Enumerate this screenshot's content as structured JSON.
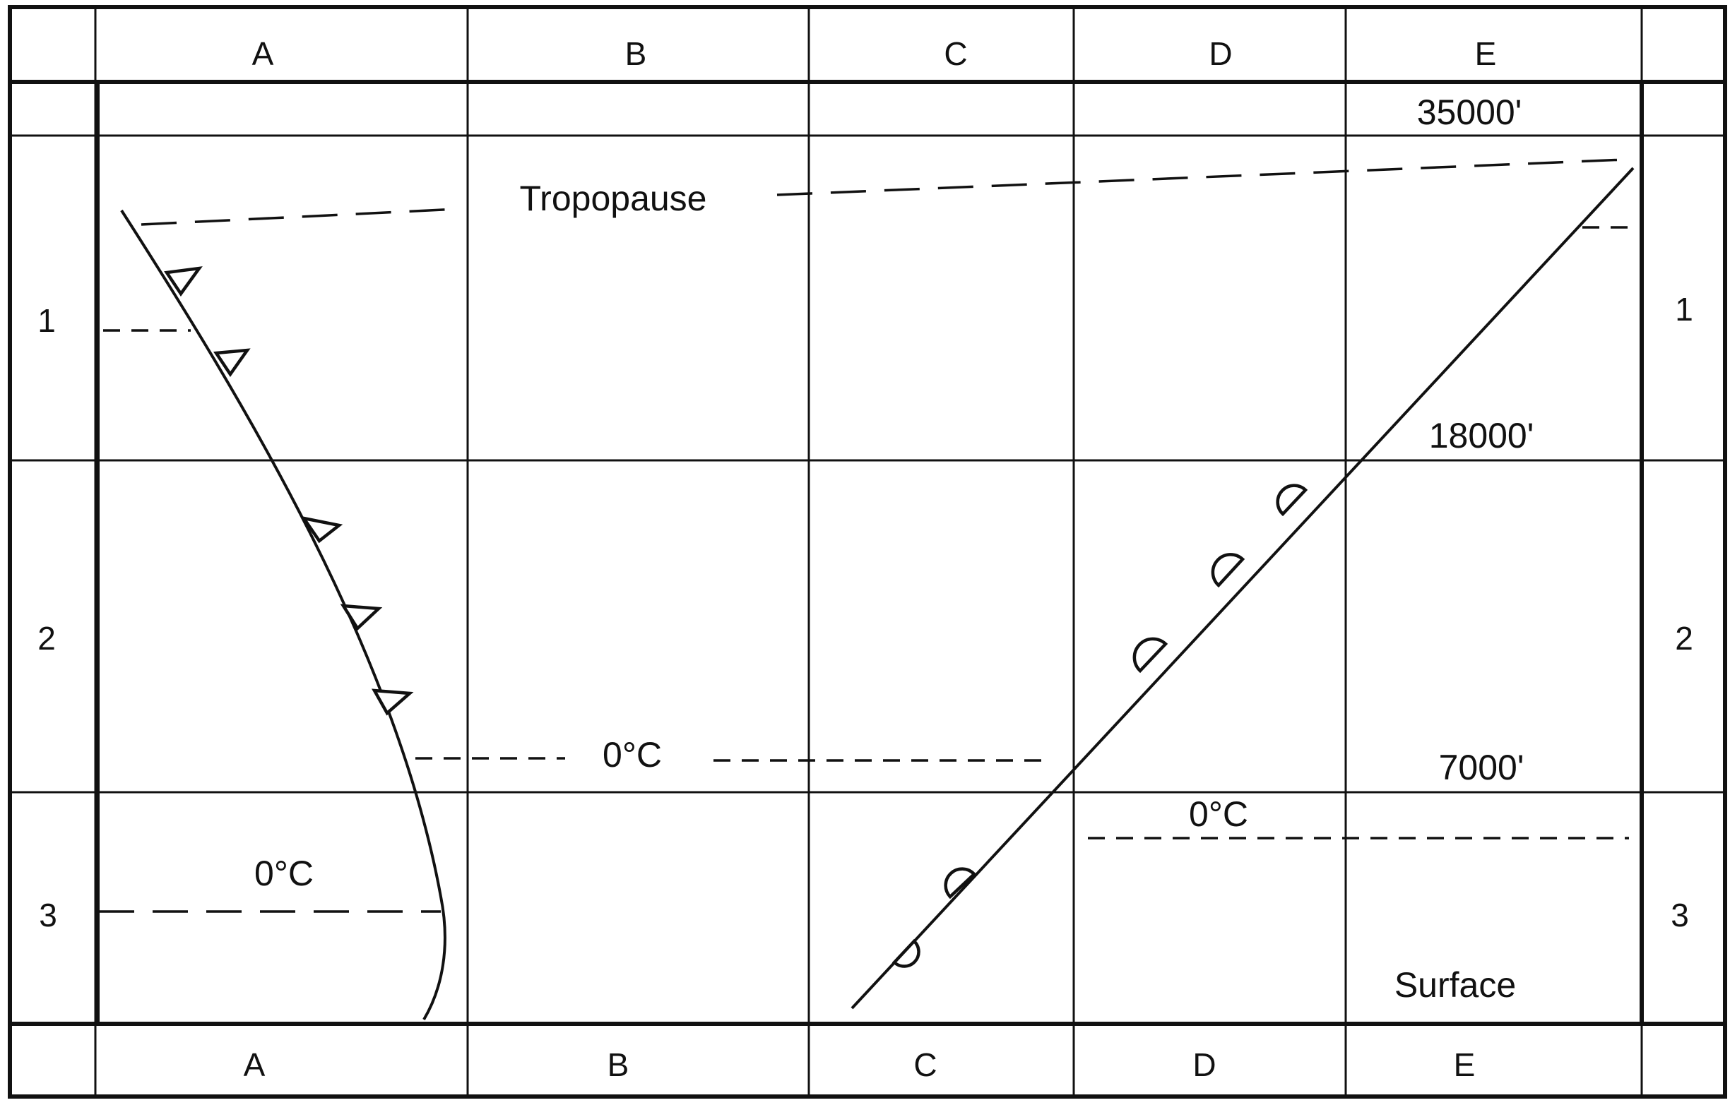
{
  "grid": {
    "columns_top": [
      "A",
      "B",
      "C",
      "D",
      "E"
    ],
    "columns_bottom": [
      "A",
      "B",
      "C",
      "D",
      "E"
    ],
    "rows_left": [
      "1",
      "2",
      "3"
    ],
    "rows_right": [
      "1",
      "2",
      "3"
    ]
  },
  "altitudes": {
    "top": "35000'",
    "middle": "18000'",
    "lower": "7000'",
    "ground": "Surface"
  },
  "annotations": {
    "tropopause": "Tropopause",
    "freezing_b": "0°C",
    "freezing_d": "0°C",
    "freezing_a": "0°C"
  },
  "fronts": {
    "left": "cold-front",
    "right": "warm-front"
  }
}
